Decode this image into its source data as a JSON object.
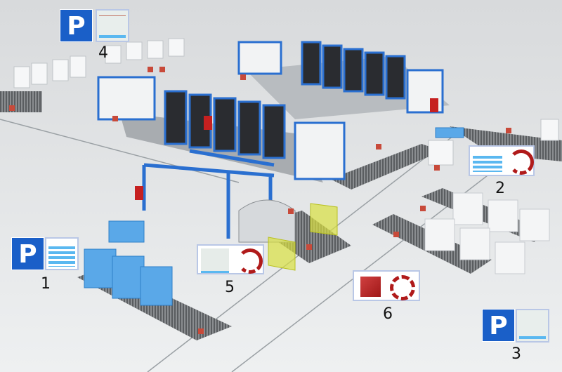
{
  "stations": [
    {
      "number": "1",
      "badge": "P",
      "panel_icon": "stack-icon"
    },
    {
      "number": "2",
      "panel_icons": [
        "stack-icon",
        "partial-ring-icon"
      ]
    },
    {
      "number": "3",
      "badge": "P",
      "panel_icon": "empty-tray-icon"
    },
    {
      "number": "4",
      "badge": "P",
      "panel_icon": "empty-tray-line-icon"
    },
    {
      "number": "5",
      "panel_icons": [
        "empty-tray-icon",
        "partial-ring-icon"
      ]
    },
    {
      "number": "6",
      "panel_icons": [
        "red-square-icon",
        "dashed-ring-icon"
      ]
    }
  ],
  "colors": {
    "badge_blue": "#1a5fc8",
    "accent_red": "#b01a1a",
    "pallet_blue": "#5aa8e8",
    "machine_blue": "#2a6fd0",
    "gate_yellow": "#d8e040"
  }
}
